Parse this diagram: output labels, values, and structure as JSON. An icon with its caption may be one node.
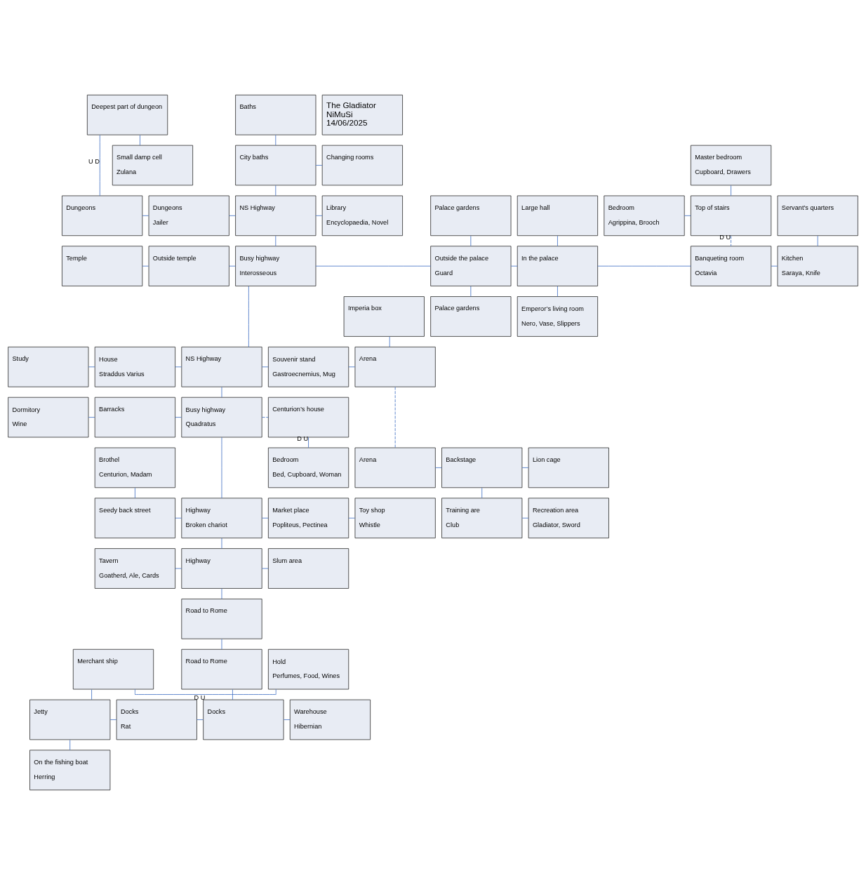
{
  "diagram": {
    "nodes": [
      {
        "text": [
          "Deepest part of dungeon"
        ]
      },
      {
        "text": [
          "Baths"
        ]
      },
      {
        "text": [
          "The Gladiator",
          "NiMuSi",
          "14/06/2025"
        ]
      },
      {
        "text": [
          "Small damp cell",
          "Zulana"
        ]
      },
      {
        "text": [
          "City baths"
        ]
      },
      {
        "text": [
          "Changing rooms"
        ]
      },
      {
        "text": [
          "Master bedroom",
          "Cupboard, Drawers"
        ]
      },
      {
        "text": [
          "Dungeons"
        ]
      },
      {
        "text": [
          "Dungeons",
          "Jailer"
        ]
      },
      {
        "text": [
          "NS Highway"
        ]
      },
      {
        "text": [
          "Library",
          "Encyclopaedia, Novel"
        ]
      },
      {
        "text": [
          "Bedroom",
          "Agrippina, Brooch"
        ]
      },
      {
        "text": [
          "Top of stairs"
        ]
      },
      {
        "text": [
          "Palace gardens"
        ]
      },
      {
        "text": [
          "Large hall"
        ]
      },
      {
        "text": [
          "Servant’s quarters"
        ]
      },
      {
        "text": [
          "Temple"
        ]
      },
      {
        "text": [
          "Outside temple"
        ]
      },
      {
        "text": [
          "Busy highway",
          "Interosseous"
        ]
      },
      {
        "text": [
          "Outside the palace",
          "Guard"
        ]
      },
      {
        "text": [
          "In the palace"
        ]
      },
      {
        "text": [
          "Banqueting room",
          "Octavia"
        ]
      },
      {
        "text": [
          "Kitchen",
          "Saraya, Knife"
        ]
      },
      {
        "text": [
          "Palace gardens"
        ]
      },
      {
        "text": [
          "Emperor’s living room",
          "Nero, Vase, Slippers"
        ]
      },
      {
        "text": [
          "Imperia box"
        ]
      },
      {
        "text": [
          "Study"
        ]
      },
      {
        "text": [
          "House",
          "Straddus Varius"
        ]
      },
      {
        "text": [
          "NS Highway"
        ]
      },
      {
        "text": [
          "Souvenir stand",
          "Gastroecnemius, Mug"
        ]
      },
      {
        "text": [
          "Arena"
        ]
      },
      {
        "text": [
          "Dormitory",
          "Wine"
        ]
      },
      {
        "text": [
          "Barracks"
        ]
      },
      {
        "text": [
          "Busy highway",
          "Quadratus"
        ]
      },
      {
        "text": [
          "Centurion’s house"
        ]
      },
      {
        "text": [
          "Brothel",
          "Centurion, Madam"
        ]
      },
      {
        "text": [
          "Bedroom",
          "Bed, Cupboard, Woman"
        ]
      },
      {
        "text": [
          "Arena"
        ]
      },
      {
        "text": [
          "Backstage"
        ]
      },
      {
        "text": [
          "Lion cage"
        ]
      },
      {
        "text": [
          "Seedy back street"
        ]
      },
      {
        "text": [
          "Highway",
          "Broken chariot"
        ]
      },
      {
        "text": [
          "Market place",
          "Popliteus, Pectinea"
        ]
      },
      {
        "text": [
          "Toy shop",
          "Whistle"
        ]
      },
      {
        "text": [
          "Training are",
          "Club"
        ]
      },
      {
        "text": [
          "Recreation area",
          "Gladiator, Sword"
        ]
      },
      {
        "text": [
          "Tavern",
          "Goatherd, Ale, Cards"
        ]
      },
      {
        "text": [
          "Highway"
        ]
      },
      {
        "text": [
          "Slum area"
        ]
      },
      {
        "text": [
          "Road to Rome"
        ]
      },
      {
        "text": [
          "Merchant ship"
        ]
      },
      {
        "text": [
          "Hold",
          "Perfumes, Food, Wines"
        ]
      },
      {
        "text": [
          "Road to Rome"
        ]
      },
      {
        "text": [
          "Jetty"
        ]
      },
      {
        "text": [
          "Docks",
          "Rat"
        ]
      },
      {
        "text": [
          "Docks"
        ]
      },
      {
        "text": [
          "Warehouse",
          "Hibernian"
        ]
      },
      {
        "text": [
          "On the fishing boat",
          "Herring"
        ]
      }
    ],
    "edges": [
      {
        "from": 0,
        "to": 7,
        "arrow": "none",
        "label": "U D"
      },
      {
        "from": 0,
        "to": 3,
        "arrow": "none"
      },
      {
        "from": 1,
        "to": 4,
        "arrow": "none"
      },
      {
        "from": 4,
        "to": 5,
        "arrow": "none"
      },
      {
        "from": 4,
        "to": 9,
        "arrow": "none"
      },
      {
        "from": 7,
        "to": 8,
        "arrow": "none"
      },
      {
        "from": 8,
        "to": 9,
        "arrow": "none"
      },
      {
        "from": 9,
        "to": 10,
        "arrow": "none"
      },
      {
        "from": 11,
        "to": 12,
        "arrow": "none"
      },
      {
        "from": 6,
        "to": 12,
        "arrow": "none"
      },
      {
        "from": 12,
        "to": 21,
        "arrow": "none",
        "label": "D U",
        "style": "dashed"
      },
      {
        "from": 9,
        "to": 18,
        "arrow": "none"
      },
      {
        "from": 13,
        "to": 19,
        "arrow": "none"
      },
      {
        "from": 14,
        "to": 20,
        "arrow": "none"
      },
      {
        "from": 15,
        "to": 22,
        "arrow": "none"
      },
      {
        "from": 16,
        "to": 17,
        "arrow": "none"
      },
      {
        "from": 17,
        "to": 18,
        "arrow": "none"
      },
      {
        "from": 18,
        "to": 19,
        "arrow": "none"
      },
      {
        "from": 19,
        "to": 20,
        "arrow": "none"
      },
      {
        "from": 20,
        "to": 21,
        "arrow": "none"
      },
      {
        "from": 21,
        "to": 22,
        "arrow": "none"
      },
      {
        "from": 19,
        "to": 23,
        "arrow": "none"
      },
      {
        "from": 20,
        "to": 24,
        "arrow": "none"
      },
      {
        "from": 25,
        "to": 30,
        "arrow": "none"
      },
      {
        "from": 18,
        "to": 28,
        "arrow": "none"
      },
      {
        "from": 26,
        "to": 27,
        "arrow": "none"
      },
      {
        "from": 27,
        "to": 28,
        "arrow": "none"
      },
      {
        "from": 28,
        "to": 29,
        "arrow": "none"
      },
      {
        "from": 29,
        "to": 30,
        "arrow": "none"
      },
      {
        "from": 28,
        "to": 33,
        "arrow": "none"
      },
      {
        "from": 31,
        "to": 32,
        "arrow": "none"
      },
      {
        "from": 32,
        "to": 33,
        "arrow": "none"
      },
      {
        "from": 33,
        "to": 34,
        "arrow": "none",
        "style": "dashed"
      },
      {
        "from": 30,
        "to": 37,
        "arrow": "none",
        "style": "dashed"
      },
      {
        "from": 34,
        "to": 36,
        "arrow": "none",
        "label": "D U"
      },
      {
        "from": 35,
        "to": 40,
        "arrow": "none"
      },
      {
        "from": 33,
        "to": 41,
        "arrow": "none"
      },
      {
        "from": 37,
        "to": 38,
        "arrow": "none"
      },
      {
        "from": 38,
        "to": 39,
        "arrow": "none"
      },
      {
        "from": 38,
        "to": 44,
        "arrow": "none"
      },
      {
        "from": 44,
        "to": 45,
        "arrow": "none"
      },
      {
        "from": 40,
        "to": 41,
        "arrow": "none"
      },
      {
        "from": 41,
        "to": 42,
        "arrow": "none"
      },
      {
        "from": 42,
        "to": 43,
        "arrow": "none"
      },
      {
        "from": 41,
        "to": 47,
        "arrow": "none"
      },
      {
        "from": 46,
        "to": 47,
        "arrow": "none"
      },
      {
        "from": 47,
        "to": 48,
        "arrow": "none"
      },
      {
        "from": 47,
        "to": 49,
        "arrow": "none"
      },
      {
        "from": 49,
        "to": 52,
        "arrow": "none"
      },
      {
        "from": 50,
        "to": 51,
        "arrow": "none",
        "label": "D U"
      },
      {
        "from": 50,
        "to": 53,
        "arrow": "none"
      },
      {
        "from": 52,
        "to": 55,
        "arrow": "none"
      },
      {
        "from": 53,
        "to": 54,
        "arrow": "none"
      },
      {
        "from": 54,
        "to": 55,
        "arrow": "none"
      },
      {
        "from": 55,
        "to": 56,
        "arrow": "none"
      },
      {
        "from": 53,
        "to": 57,
        "arrow": "none"
      }
    ]
  }
}
